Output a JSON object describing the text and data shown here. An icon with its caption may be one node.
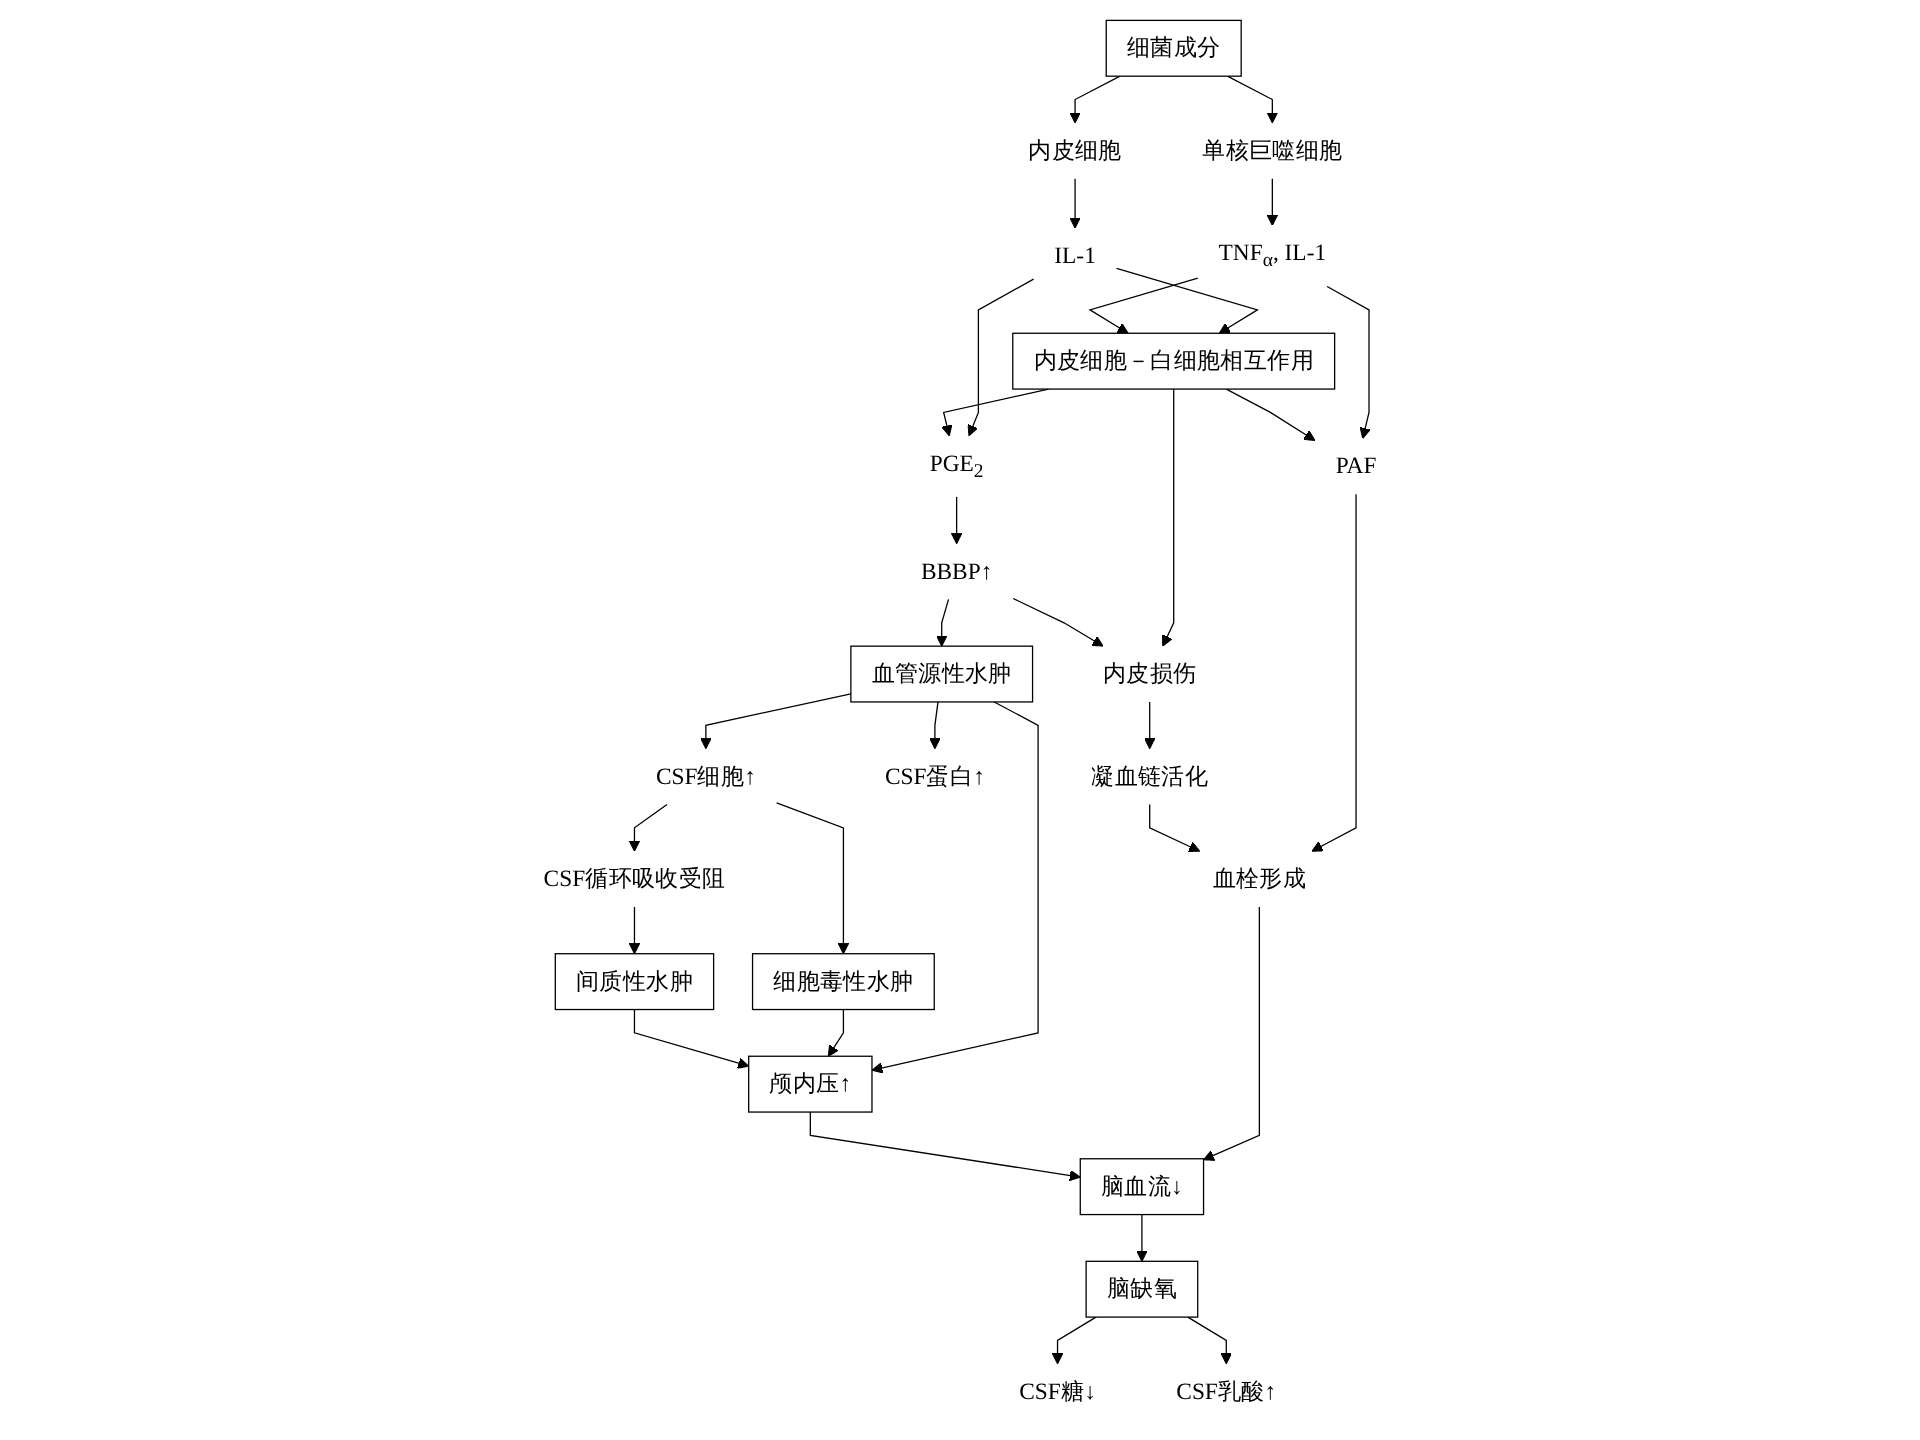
{
  "diagram": {
    "nodes": [
      {
        "text": [
          "细菌成分"
        ]
      },
      {
        "text": [
          "内皮细胞"
        ]
      },
      {
        "text": [
          "单核巨噬细胞"
        ]
      },
      {
        "text": [
          "IL-1"
        ]
      },
      {
        "text": [
          "内皮细胞－白细胞相互作用"
        ]
      },
      {
        "text": [
          "TNF$_{α}$, IL-1"
        ]
      },
      {
        "text": [
          "PGE$_{2}$"
        ]
      },
      {
        "text": [
          "PAF"
        ]
      },
      {
        "text": [
          "BBBP↑"
        ]
      },
      {
        "text": [
          "内皮损伤"
        ]
      },
      {
        "text": [
          "凝血链活化"
        ]
      },
      {
        "text": [
          "血栓形成"
        ]
      },
      {
        "text": [
          "血管源性水肿"
        ]
      },
      {
        "text": [
          "颅内压↑"
        ]
      },
      {
        "text": [
          "脑血流↓"
        ]
      },
      {
        "text": [
          "CSF蛋白↑"
        ]
      },
      {
        "text": [
          "CSF细胞↑"
        ]
      },
      {
        "text": [
          "CSF循环吸收受阻"
        ]
      },
      {
        "text": [
          "细胞毒性水肿"
        ]
      },
      {
        "text": [
          "脑缺氧"
        ]
      },
      {
        "text": [
          "间质性水肿"
        ]
      },
      {
        "text": [
          "CSF糖↓"
        ]
      },
      {
        "text": [
          "CSF乳酸↑"
        ]
      }
    ],
    "edges": [
      {
        "from": 0,
        "to": 1,
        "arrow": "to"
      },
      {
        "from": 0,
        "to": 2,
        "arrow": "to"
      },
      {
        "from": 1,
        "to": 3,
        "arrow": "to"
      },
      {
        "from": 2,
        "to": 5,
        "arrow": "to"
      },
      {
        "from": 3,
        "to": 4,
        "arrow": "to"
      },
      {
        "from": 3,
        "to": 6,
        "arrow": "to"
      },
      {
        "from": 5,
        "to": 4,
        "arrow": "to"
      },
      {
        "from": 5,
        "to": 7,
        "arrow": "to"
      },
      {
        "from": 4,
        "to": 6,
        "arrow": "to"
      },
      {
        "from": 4,
        "to": 7,
        "arrow": "to"
      },
      {
        "from": 4,
        "to": 9,
        "arrow": "to"
      },
      {
        "from": 6,
        "to": 8,
        "arrow": "to"
      },
      {
        "from": 7,
        "to": 11,
        "arrow": "to"
      },
      {
        "from": 8,
        "to": 9,
        "arrow": "to"
      },
      {
        "from": 9,
        "to": 10,
        "arrow": "to"
      },
      {
        "from": 10,
        "to": 11,
        "arrow": "to"
      },
      {
        "from": 8,
        "to": 12,
        "arrow": "to"
      },
      {
        "from": 11,
        "to": 14,
        "arrow": "to"
      },
      {
        "from": 12,
        "to": 13,
        "arrow": "to"
      },
      {
        "from": 13,
        "to": 14,
        "arrow": "to"
      },
      {
        "from": 12,
        "to": 15,
        "arrow": "to"
      },
      {
        "from": 12,
        "to": 16,
        "arrow": "to"
      },
      {
        "from": 14,
        "to": 19,
        "arrow": "to"
      },
      {
        "from": 16,
        "to": 17,
        "arrow": "to"
      },
      {
        "from": 16,
        "to": 18,
        "arrow": "to"
      },
      {
        "from": 18,
        "to": 13,
        "arrow": "to"
      },
      {
        "from": 17,
        "to": 20,
        "arrow": "to"
      },
      {
        "from": 20,
        "to": 13,
        "arrow": "to"
      },
      {
        "from": 19,
        "to": 21,
        "arrow": "to"
      },
      {
        "from": 19,
        "to": 22,
        "arrow": "to"
      }
    ]
  }
}
